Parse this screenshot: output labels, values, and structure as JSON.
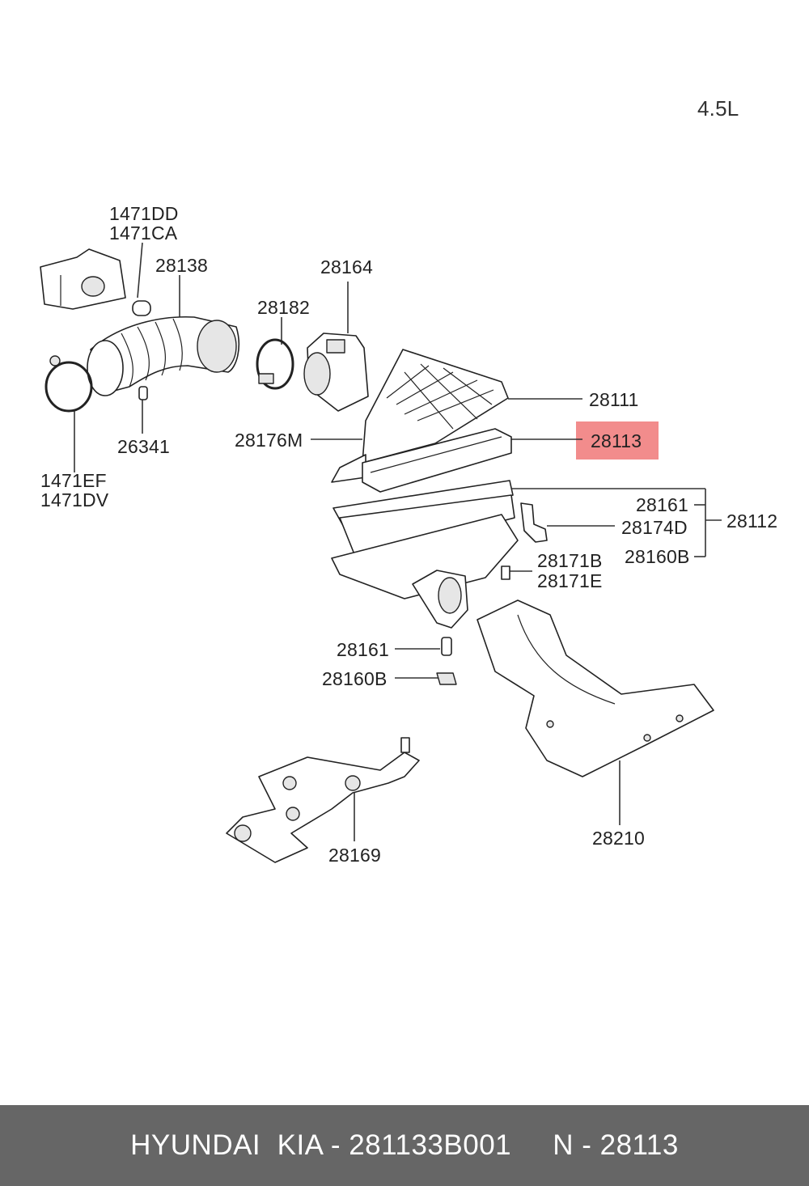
{
  "engine_label": "4.5L",
  "highlight_color": "#f28c8c",
  "footer_color": "#666666",
  "labels": {
    "l1471dd": "1471DD",
    "l1471ca": "1471CA",
    "l28138": "28138",
    "l28164": "28164",
    "l28182": "28182",
    "l28111": "28111",
    "l28113": "28113",
    "l28176m": "28176M",
    "l26341": "26341",
    "l1471ef": "1471EF",
    "l1471dv": "1471DV",
    "l28161a": "28161",
    "l28174d": "28174D",
    "l28160ba": "28160B",
    "l28112": "28112",
    "l28171b": "28171B",
    "l28171e": "28171E",
    "l28161b": "28161",
    "l28160bb": "28160B",
    "l28169": "28169",
    "l28210": "28210"
  },
  "footer": {
    "text": "HYUNDAI  KIA - 281133B001     N - 28113"
  }
}
